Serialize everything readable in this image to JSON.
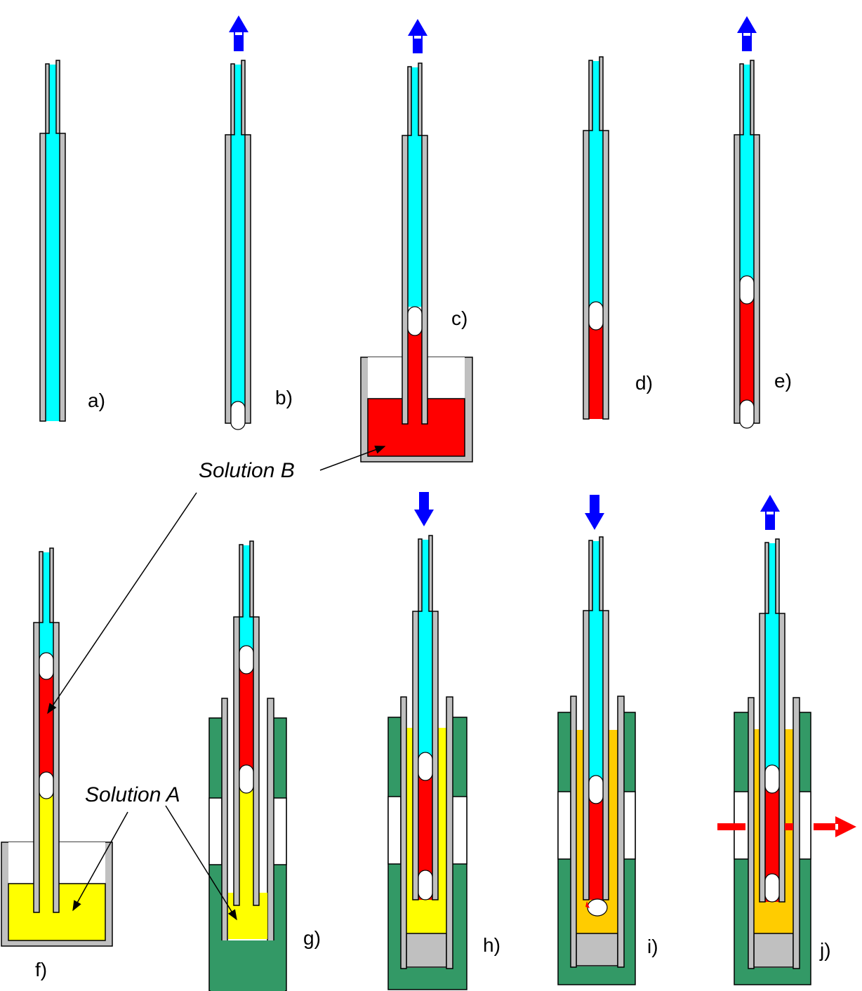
{
  "panel_labels": [
    "a)",
    "b)",
    "c)",
    "d)",
    "e)",
    "f)",
    "g)",
    "h)",
    "i)",
    "j)"
  ],
  "annotations": {
    "solution_b": "Solution B",
    "solution_a": "Solution A"
  },
  "colors": {
    "capillary_fill": "#00ffff",
    "solution_b": "#ff0000",
    "solution_a": "#ffff00",
    "mixed": "#ffcc00",
    "housing": "#339966",
    "wall": "#c0c0c0",
    "motion_arrow": "#0000ff",
    "flow_arrow": "#ff0000"
  }
}
